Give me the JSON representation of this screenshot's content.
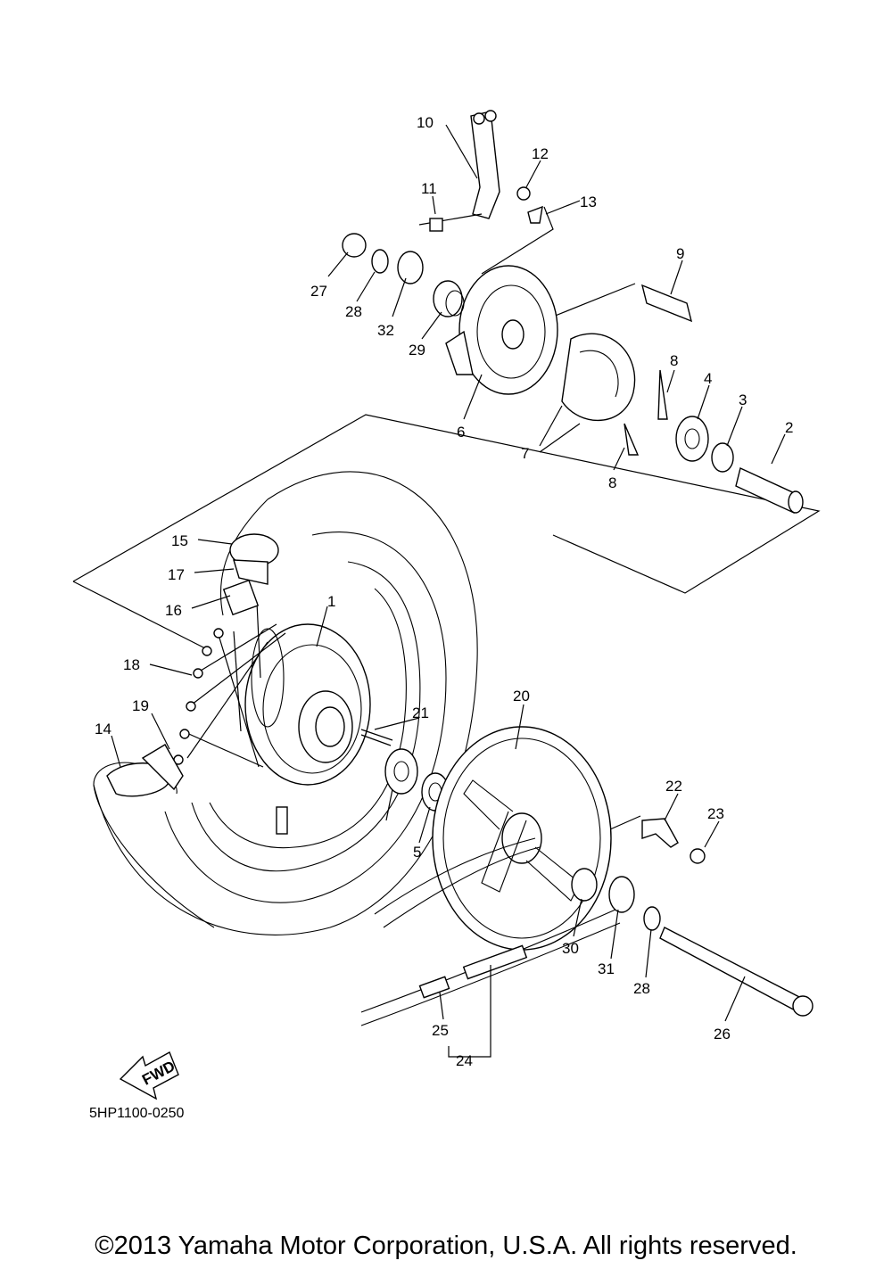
{
  "callouts": [
    "1",
    "2",
    "3",
    "4",
    "5",
    "6",
    "7",
    "8",
    "9",
    "10",
    "11",
    "12",
    "13",
    "14",
    "15",
    "16",
    "17",
    "18",
    "19",
    "20",
    "21",
    "22",
    "23",
    "24",
    "25",
    "26",
    "27",
    "28",
    "29",
    "30",
    "31",
    "32"
  ],
  "fwd_label": "FWD",
  "diagram_code": "5HP1100-0250",
  "copyright": "©2013 Yamaha Motor Corporation, U.S.A. All rights reserved."
}
